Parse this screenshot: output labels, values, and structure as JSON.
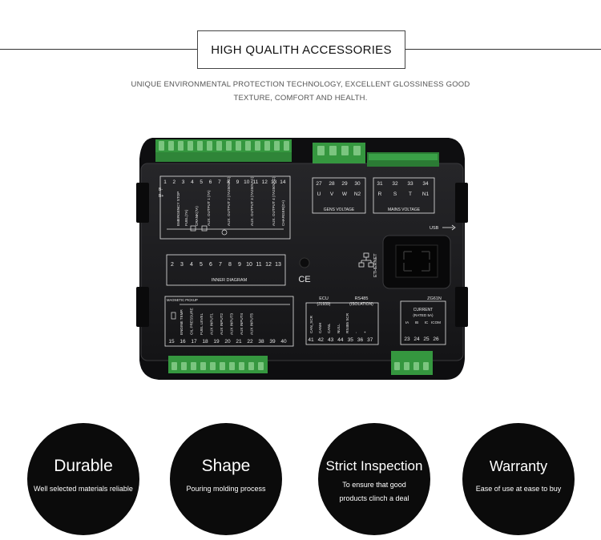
{
  "header": {
    "title": "HIGH QUALITH ACCESSORIES",
    "subtitle_line1": "UNIQUE ENVIRONMENTAL PROTECTION TECHNOLOGY, EXCELLENT GLOSSINESS GOOD",
    "subtitle_line2": "TEXTURE, COMFORT AND HEALTH."
  },
  "panel": {
    "top_terminals_left": [
      "1",
      "2",
      "3",
      "4",
      "5",
      "6",
      "7",
      "8",
      "9",
      "10",
      "11",
      "12",
      "13",
      "14"
    ],
    "emergency_stop": "EMERGENCY STOP",
    "fuel": "FUEL(7A)",
    "crank": "CRANK(7A)",
    "aux1": "AUX. OUTPUT 1 (7A)",
    "aux2": "AUX. OUTPUT 2 (7A250VAC)",
    "aux3": "AUX. OUTPUT 3 (7A250VAC)",
    "aux4": "AUX. OUTPUT 4 (7A250VAC)",
    "charger": "CHARGER(D+)",
    "b_minus": "B-",
    "b_plus": "B+",
    "gens_terminals": [
      "27",
      "28",
      "29",
      "30"
    ],
    "gens_phases": [
      "U",
      "V",
      "W",
      "N2"
    ],
    "gens_label": "GENS VOLTAGE",
    "mains_terminals": [
      "31",
      "32",
      "33",
      "34"
    ],
    "mains_phases": [
      "R",
      "S",
      "T",
      "N1"
    ],
    "mains_label": "MAINS VOLTAGE",
    "usb": "USB",
    "ethernet": "ETHERNET",
    "inner_terminals": [
      "2",
      "3",
      "4",
      "5",
      "6",
      "7",
      "8",
      "9",
      "10",
      "11",
      "12",
      "13"
    ],
    "inner_label": "INNER DIAGRAM",
    "ce": "CE",
    "magnetic": "MAGNETIC PICKUP",
    "bottom_inputs": [
      "ENGINE TEMP.",
      "OIL PRESSURE",
      "FUEL LEVEL",
      "AUX INPUT1",
      "AUX INPUT2",
      "AUX INPUT3",
      "AUX INPUT4",
      "AUX INPUT5"
    ],
    "bottom_terminals": [
      "15",
      "16",
      "17",
      "18",
      "19",
      "20",
      "21",
      "22",
      "38",
      "39",
      "40"
    ],
    "ecu": "ECU",
    "j1939": "(J1939)",
    "can_labels": [
      "CAN_SCR",
      "CANH",
      "CANL"
    ],
    "rs485": "RS485",
    "isolation": "(ISOLATION)",
    "rs485_labels": [
      "NULL",
      "RS485 SCR",
      "-",
      "+"
    ],
    "ecu_terminals": [
      "41",
      "42",
      "43",
      "44",
      "35",
      "36",
      "37"
    ],
    "model": "ZG61N",
    "current": "CURRENT",
    "rated": "(RATED 5A)",
    "current_labels": [
      "IA",
      "IB",
      "IC",
      "ICOM"
    ],
    "current_terminals": [
      "23",
      "24",
      "25",
      "26"
    ]
  },
  "features": [
    {
      "title": "Durable",
      "desc": [
        "Well selected materials reliable"
      ]
    },
    {
      "title": "Shape",
      "desc": [
        "Pouring molding process"
      ]
    },
    {
      "title": "Strict Inspection",
      "desc": [
        "To ensure that good",
        "products clinch a deal"
      ]
    },
    {
      "title": "Warranty",
      "desc": [
        "Ease of use at ease to buy"
      ]
    }
  ],
  "colors": {
    "panel": "#1c1c1e",
    "terminal_green": "#3aa047",
    "label_white": "#e8e8e8"
  }
}
